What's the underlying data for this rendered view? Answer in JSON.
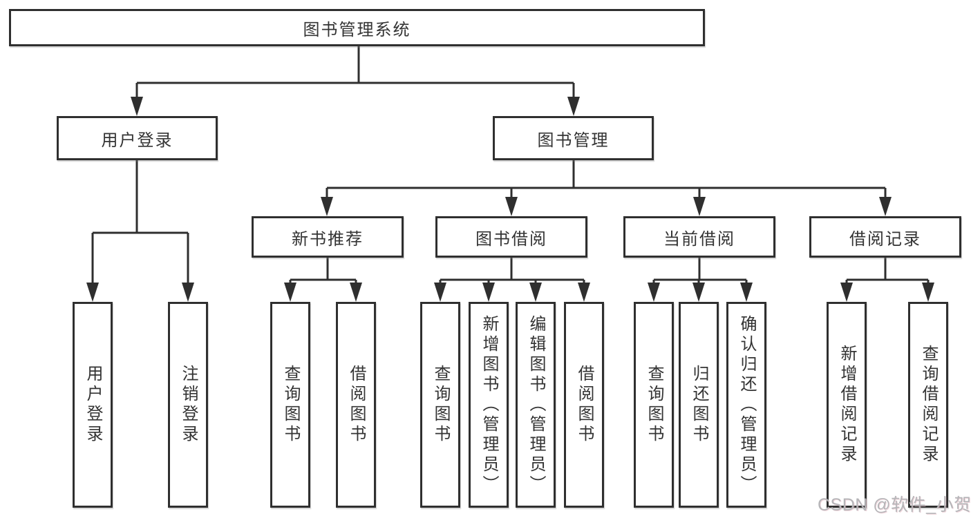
{
  "tree": {
    "root": {
      "label": "图书管理系统",
      "children": [
        {
          "label": "用户登录",
          "children": [
            {
              "label": "用户登录"
            },
            {
              "label": "注销登录"
            }
          ]
        },
        {
          "label": "图书管理",
          "children": [
            {
              "label": "新书推荐",
              "children": [
                {
                  "label": "查询图书"
                },
                {
                  "label": "借阅图书"
                }
              ]
            },
            {
              "label": "图书借阅",
              "children": [
                {
                  "label": "查询图书"
                },
                {
                  "label": "新增图书（管理员）"
                },
                {
                  "label": "编辑图书（管理员）"
                },
                {
                  "label": "借阅图书"
                }
              ]
            },
            {
              "label": "当前借阅",
              "children": [
                {
                  "label": "查询图书"
                },
                {
                  "label": "归还图书"
                },
                {
                  "label": "确认归还（管理员）"
                }
              ]
            },
            {
              "label": "借阅记录",
              "children": [
                {
                  "label": "新增借阅记录"
                },
                {
                  "label": "查询借阅记录"
                }
              ]
            }
          ]
        }
      ]
    }
  },
  "watermark": "CSDN @软件_小贺同学",
  "colors": {
    "line": "#2f2f2f",
    "text": "#333333",
    "bg": "#ffffff",
    "watermark": "#b5b5b8"
  }
}
